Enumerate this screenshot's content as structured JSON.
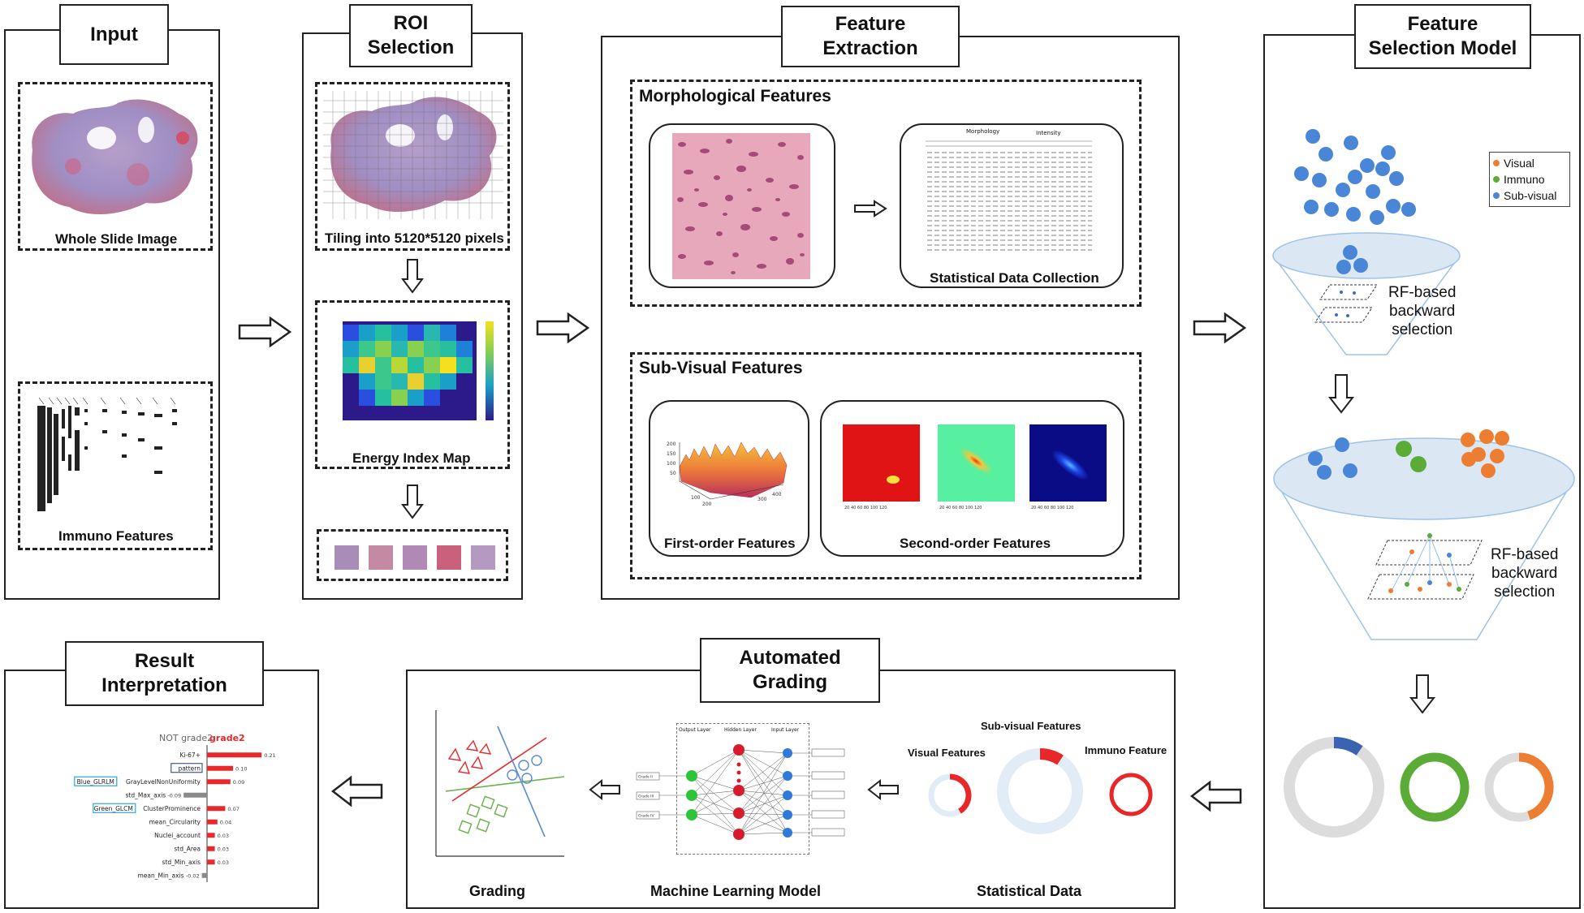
{
  "panels": {
    "input": {
      "title": "Input",
      "wsi_caption": "Whole Slide Image",
      "immuno_caption": "Immuno Features"
    },
    "roi": {
      "title": "ROI\nSelection",
      "tiling_caption": "Tiling into 5120*5120 pixels",
      "energy_caption": "Energy Index Map"
    },
    "feature_extraction": {
      "title": "Feature\nExtraction",
      "morph_title": "Morphological  Features",
      "stat_caption": "Statistical Data Collection",
      "table_header_morph": "Morphology",
      "table_header_int": "Intensity",
      "subvisual_title": "Sub-Visual  Features",
      "first_order_caption": "First-order Features",
      "second_order_caption": "Second-order Features"
    },
    "feature_selection": {
      "title": "Feature\nSelection Model",
      "legend": [
        {
          "label": "Visual",
          "color": "#ed7d31"
        },
        {
          "label": "Immuno",
          "color": "#5aac37"
        },
        {
          "label": "Sub-visual",
          "color": "#4a86d8"
        }
      ],
      "rf_label_1": "RF-based\nbackward\nselection",
      "rf_label_2": "RF-based\nbackward\nselection"
    },
    "automated_grading": {
      "title": "Automated\nGrading",
      "grading_caption": "Grading",
      "ml_caption": "Machine Learning Model",
      "stat_caption": "Statistical Data",
      "sub_visual_label": "Sub-visual Features",
      "visual_label": "Visual Features",
      "immuno_label": "Immuno Feature",
      "nn_output_layer": "Output Layer",
      "nn_hidden_layer": "Hidden Layer",
      "nn_input_layer": "Input Layer",
      "grade_labels": [
        "Grade II",
        "Grade III",
        "Grade IV"
      ]
    },
    "result": {
      "title": "Result\nInterpretation",
      "legend_not": "NOT grade2",
      "legend_grade": "grade2"
    }
  },
  "chart_data": {
    "type": "bar",
    "categories": [
      "Ki-67+",
      "pattern",
      "GrayLevelNonUniformity",
      "std_Max_axis",
      "ClusterProminence",
      "mean_Circularity",
      "Nuclei_account",
      "std_Area",
      "std_Min_axis",
      "mean_Min_axis"
    ],
    "prefixes": [
      "",
      "",
      "Blue_GLRLM",
      "",
      "Green_GLCM",
      "",
      "",
      "",
      "",
      ""
    ],
    "values": [
      0.21,
      0.1,
      0.09,
      -0.09,
      0.07,
      0.04,
      0.03,
      0.03,
      0.03,
      -0.02
    ],
    "value_labels": [
      "0.21",
      "0.10",
      "0.09",
      "-0.09",
      "0.07",
      "0.04",
      "0.03",
      "0.03",
      "0.03",
      "-0.02"
    ],
    "positive_color": "#e8282a",
    "negative_color": "#8a8a8a"
  }
}
